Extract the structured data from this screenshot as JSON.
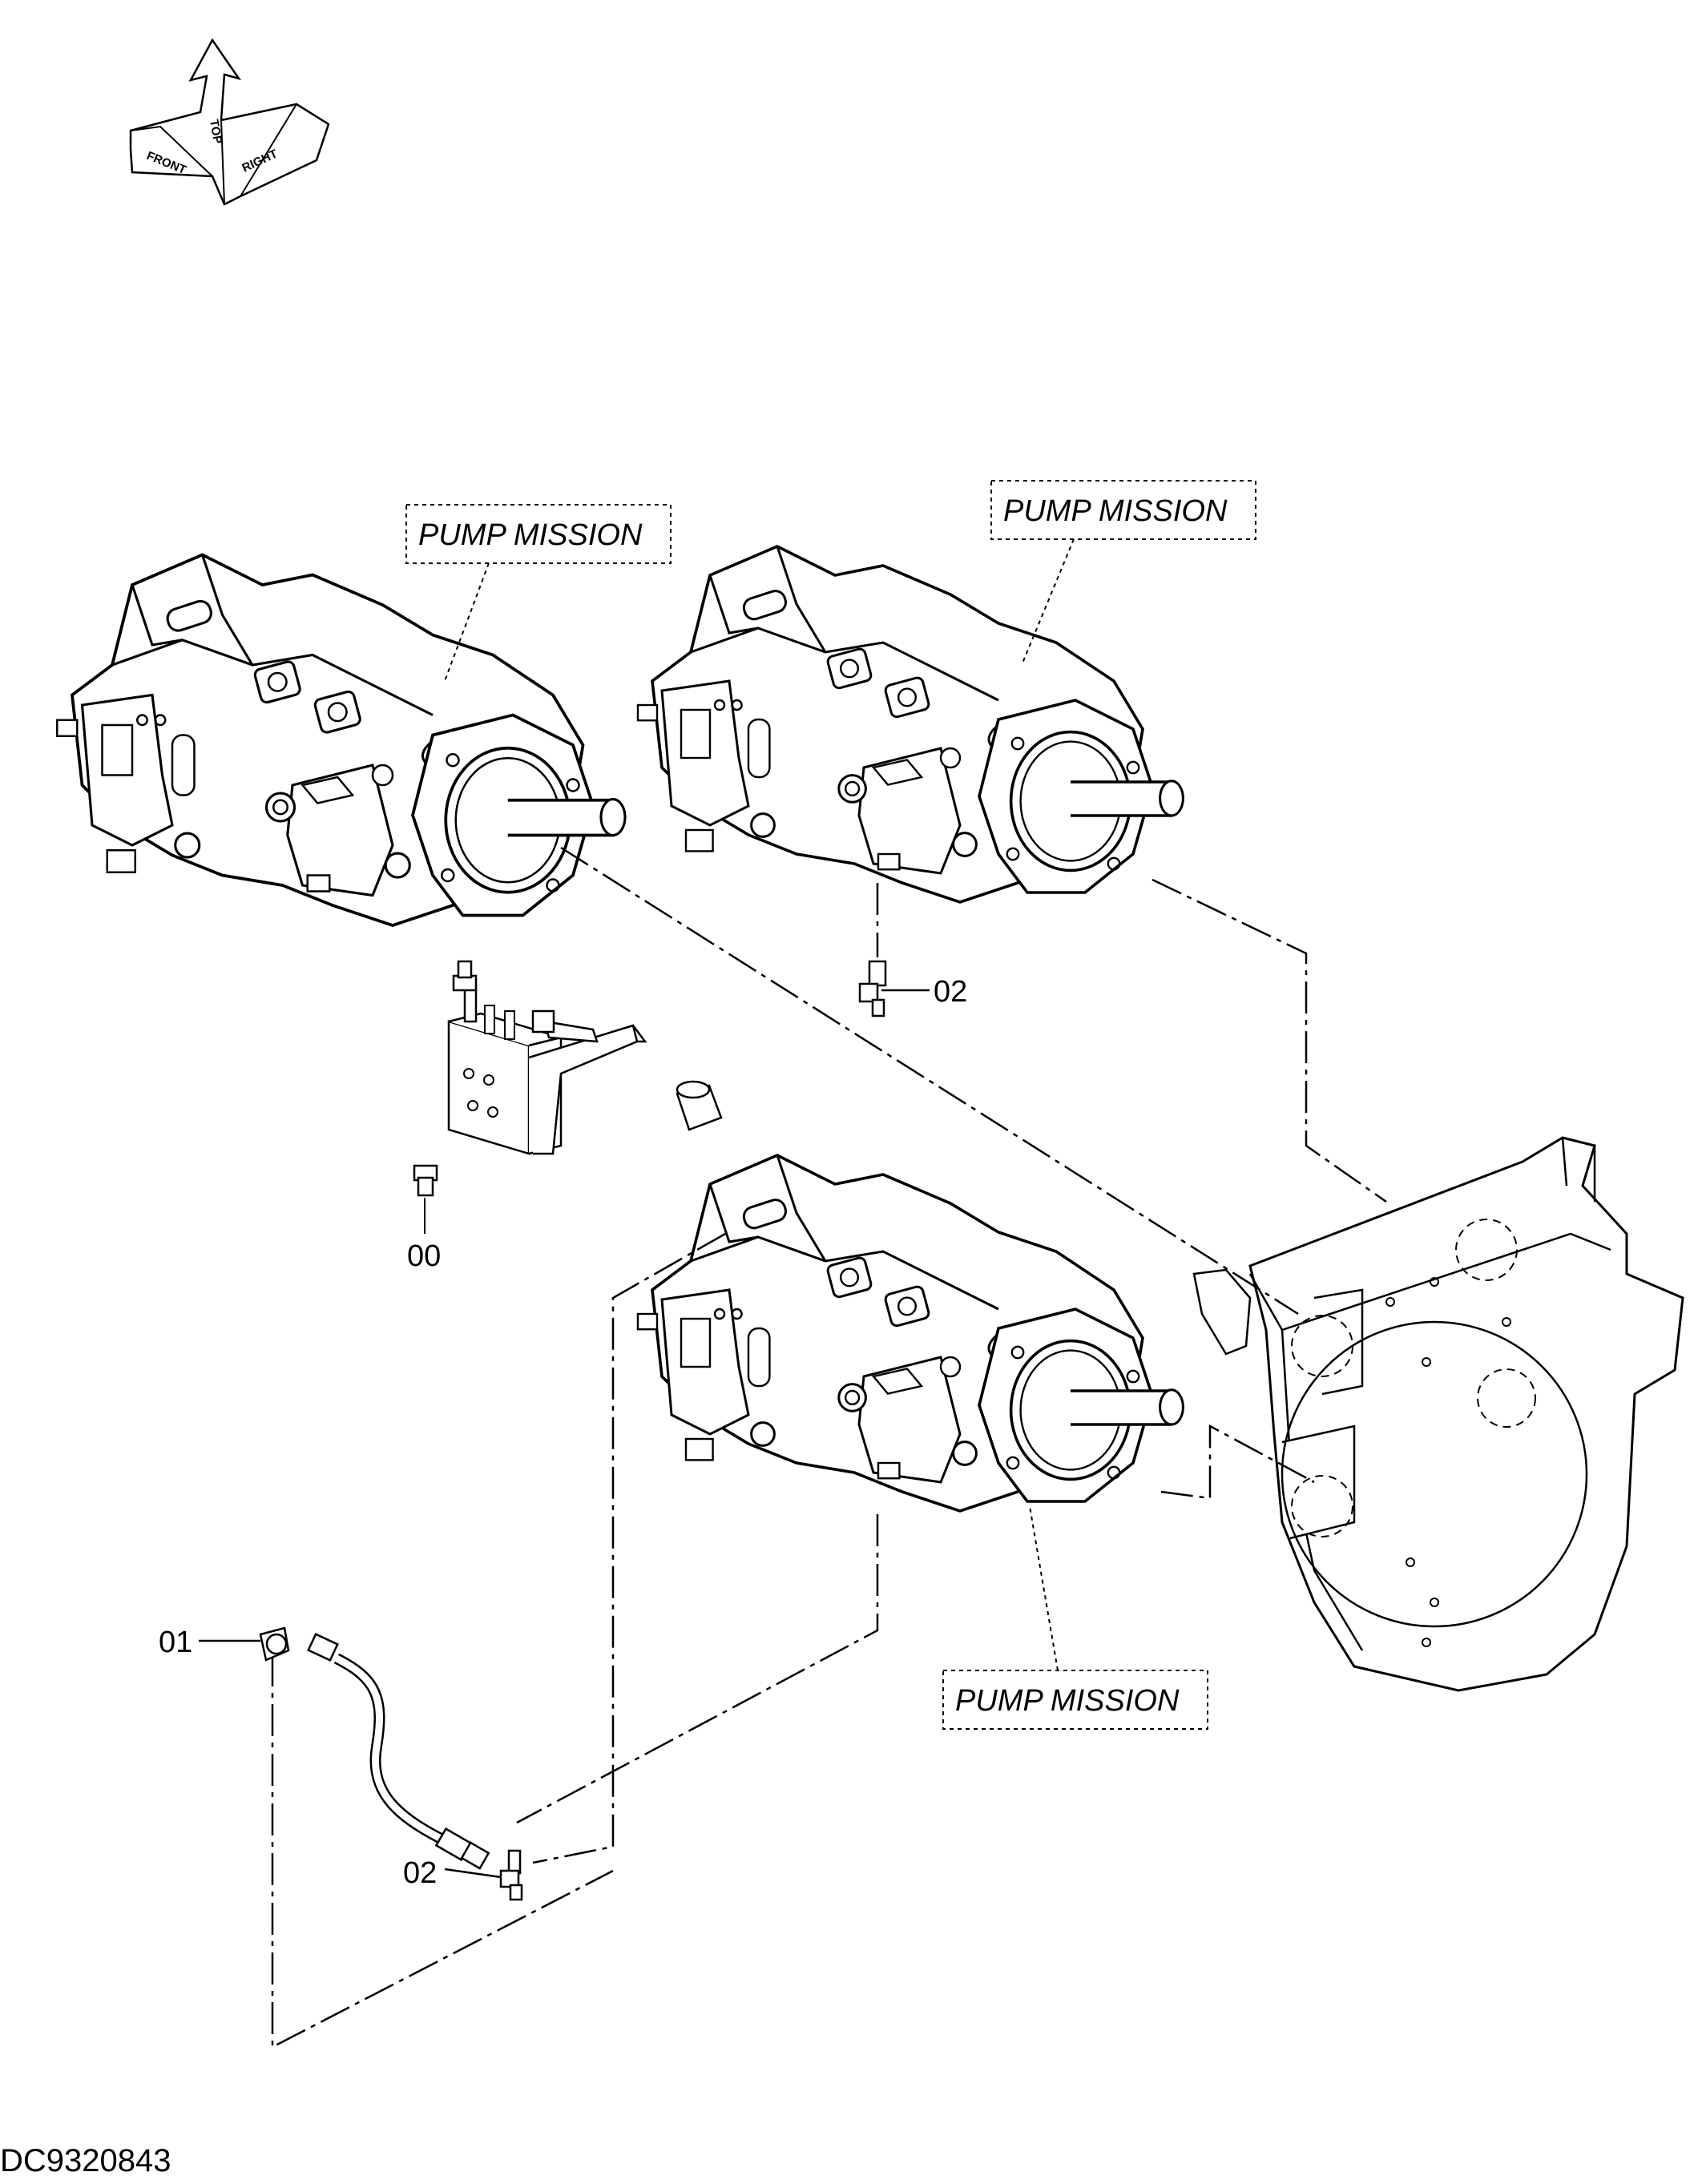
{
  "drawing": {
    "id": "DC9320843",
    "orientation_labels": {
      "front": "FRONT",
      "top": "TOP",
      "right": "RIGHT"
    },
    "reference_label": "PUMP MISSION",
    "part_numbers": {
      "p00": "00",
      "p01": "01",
      "p02": "02"
    }
  },
  "colors": {
    "ink": "#000000",
    "paper": "#ffffff"
  },
  "icons": [
    "orientation-arrow-icon",
    "pump-assembly-icon",
    "engine-housing-icon",
    "hose-assembly-icon",
    "fitting-icon",
    "bracket-icon"
  ]
}
